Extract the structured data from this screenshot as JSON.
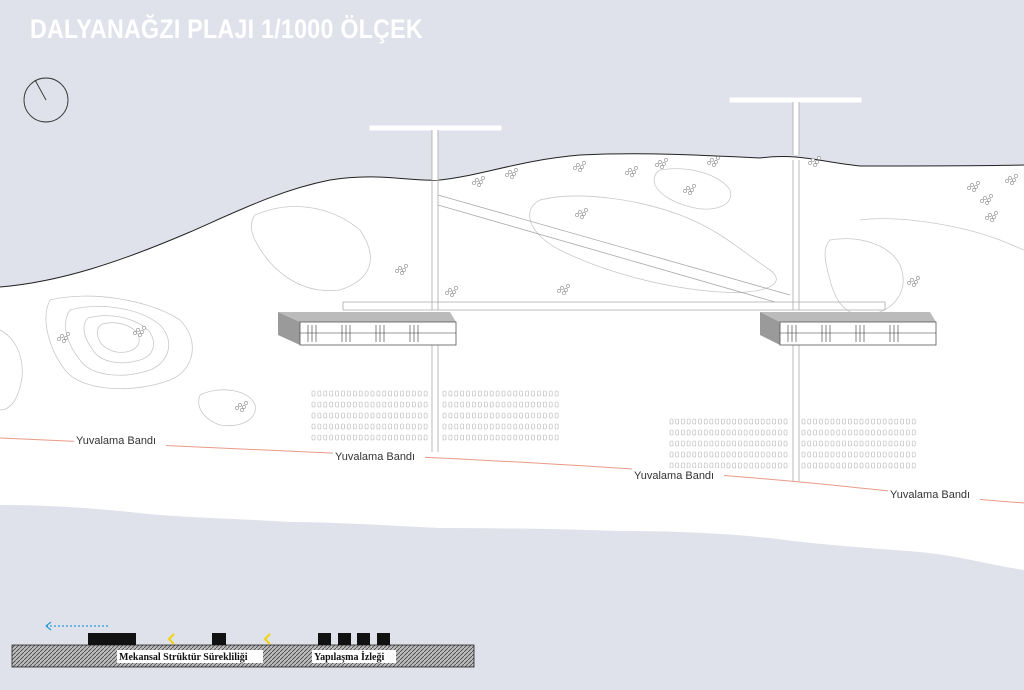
{
  "title": "DALYANAĞZI PLAJI 1/1000 ÖLÇEK",
  "band_labels": [
    "Yuvalama Bandı",
    "Yuvalama Bandı",
    "Yuvalama Bandı",
    "Yuvalama Bandı"
  ],
  "legend": {
    "spatial_continuity": "Mekansal Strüktür Sürekliliği",
    "construction_trace": "Yapılaşma İzleği"
  },
  "colors": {
    "sea": "#dfe2ea",
    "land": "#ffffff",
    "nesting_band": "#e99a86",
    "legend_arrow": "#2a9bd6",
    "legend_marker": "#f2d21b"
  },
  "icons": [
    "north-arrow-icon",
    "dotted-arrow-icon",
    "chevron-icon"
  ]
}
